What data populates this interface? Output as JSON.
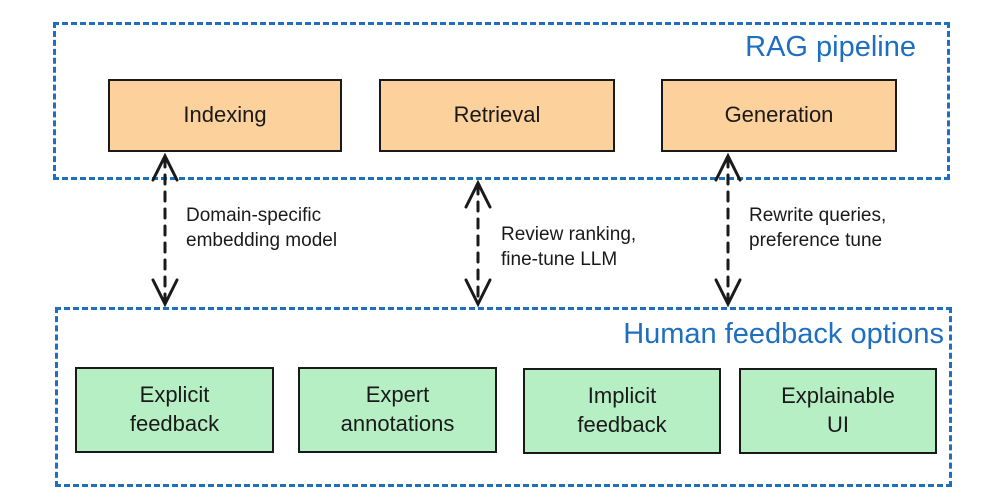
{
  "pipeline": {
    "title": "RAG pipeline",
    "stages": [
      {
        "id": "indexing",
        "label": "Indexing"
      },
      {
        "id": "retrieval",
        "label": "Retrieval"
      },
      {
        "id": "generation",
        "label": "Generation"
      }
    ]
  },
  "feedback": {
    "title": "Human feedback options",
    "options": [
      {
        "id": "explicit",
        "label": "Explicit\nfeedback"
      },
      {
        "id": "expert",
        "label": "Expert\nannotations"
      },
      {
        "id": "implicit",
        "label": "Implicit\nfeedback"
      },
      {
        "id": "explainable",
        "label": "Explainable\nUI"
      }
    ]
  },
  "edges": [
    {
      "from": "indexing",
      "label": "Domain-specific\nembedding model",
      "style": "dashed",
      "direction": "both"
    },
    {
      "from": "retrieval",
      "label": "Review ranking,\nfine-tune LLM",
      "style": "dashed",
      "direction": "both"
    },
    {
      "from": "generation",
      "label": "Rewrite queries,\npreference tune",
      "style": "dashed",
      "direction": "both"
    }
  ],
  "colors": {
    "group_border": "#1f6fc1",
    "pipeline_node": "#fcd19c",
    "feedback_node": "#b6efc4",
    "stroke": "#1a1a1a"
  }
}
